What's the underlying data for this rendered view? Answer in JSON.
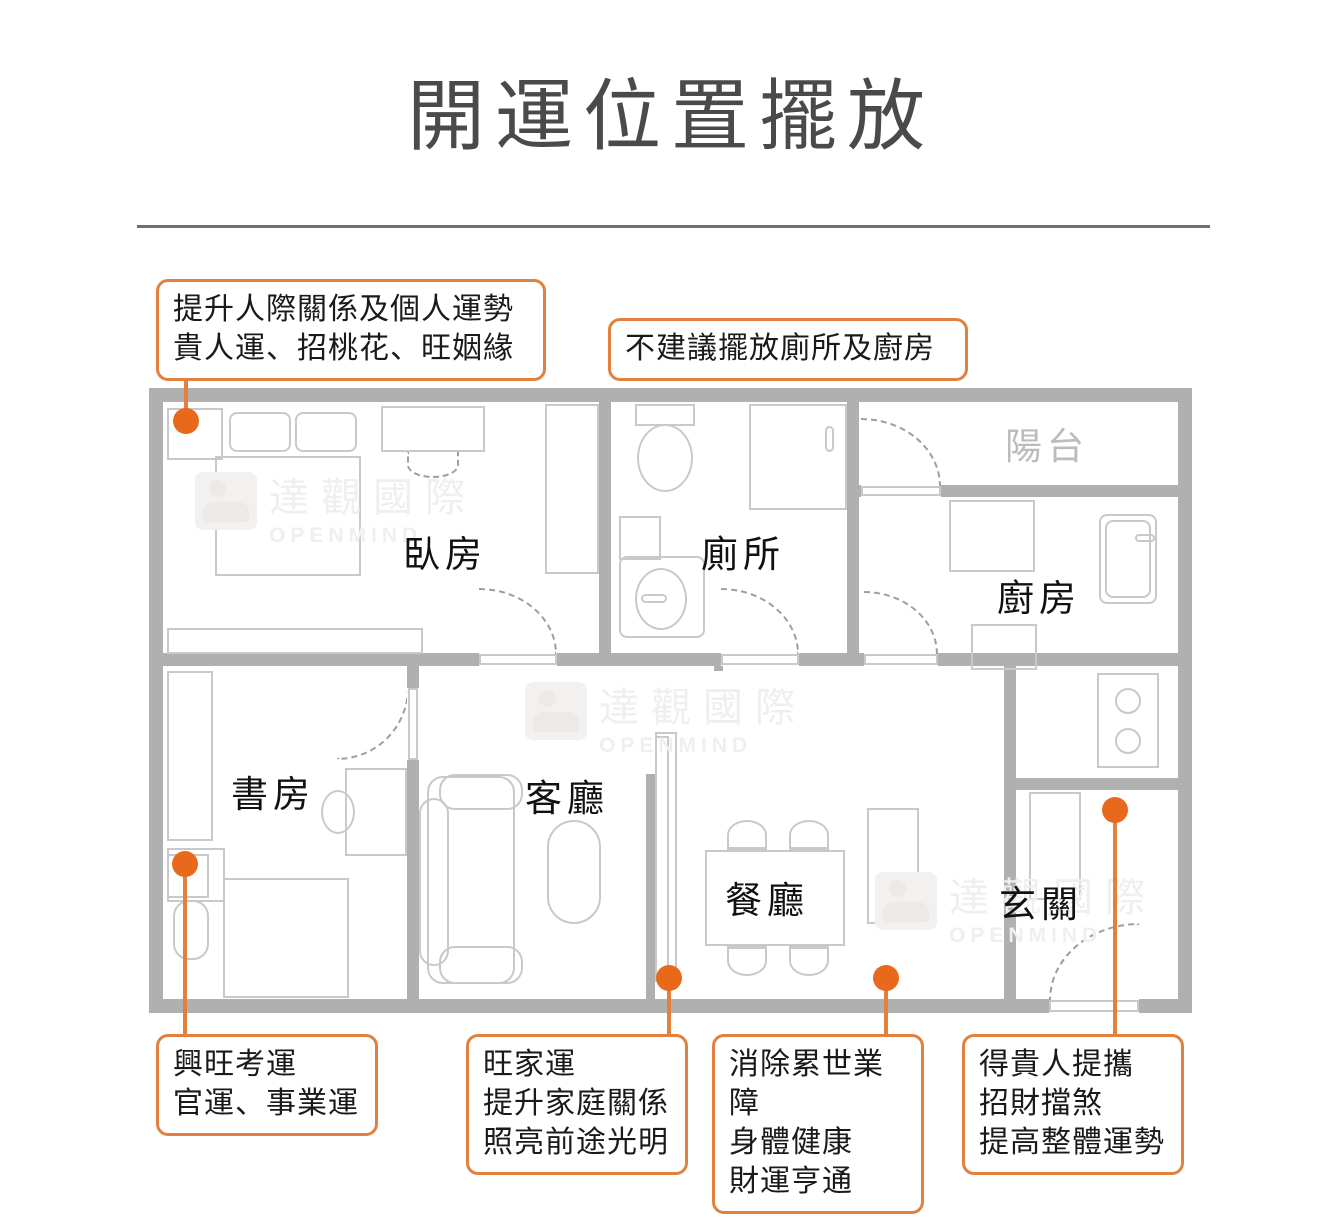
{
  "header": {
    "title": "開運位置擺放"
  },
  "watermark": {
    "cn": "達觀國際",
    "en": "OPENMIND"
  },
  "colors": {
    "accent": "#E2813F",
    "dot": "#E8691C",
    "wall": "#b0b0b0",
    "furniture": "#c9c9c9",
    "title": "#4a4a4a"
  },
  "callouts": [
    {
      "id": "bedroom-corner",
      "text": "提升人際關係及個人運勢\n貴人運、招桃花、旺姻緣"
    },
    {
      "id": "no-toilet-kitchen",
      "text": "不建議擺放廁所及廚房"
    },
    {
      "id": "study-corner",
      "text": "興旺考運\n官運、事業運"
    },
    {
      "id": "living-room",
      "text": "旺家運\n提升家庭關係\n照亮前途光明"
    },
    {
      "id": "dining-room",
      "text": "消除累世業障\n身體健康\n財運亨通"
    },
    {
      "id": "entrance",
      "text": "得貴人提攜\n招財擋煞\n提高整體運勢"
    }
  ],
  "rooms": [
    {
      "id": "bedroom",
      "label": "臥房"
    },
    {
      "id": "toilet",
      "label": "廁所"
    },
    {
      "id": "balcony",
      "label": "陽台"
    },
    {
      "id": "kitchen",
      "label": "廚房"
    },
    {
      "id": "study",
      "label": "書房"
    },
    {
      "id": "living",
      "label": "客廳"
    },
    {
      "id": "dining",
      "label": "餐廳"
    },
    {
      "id": "foyer",
      "label": "玄關"
    }
  ]
}
